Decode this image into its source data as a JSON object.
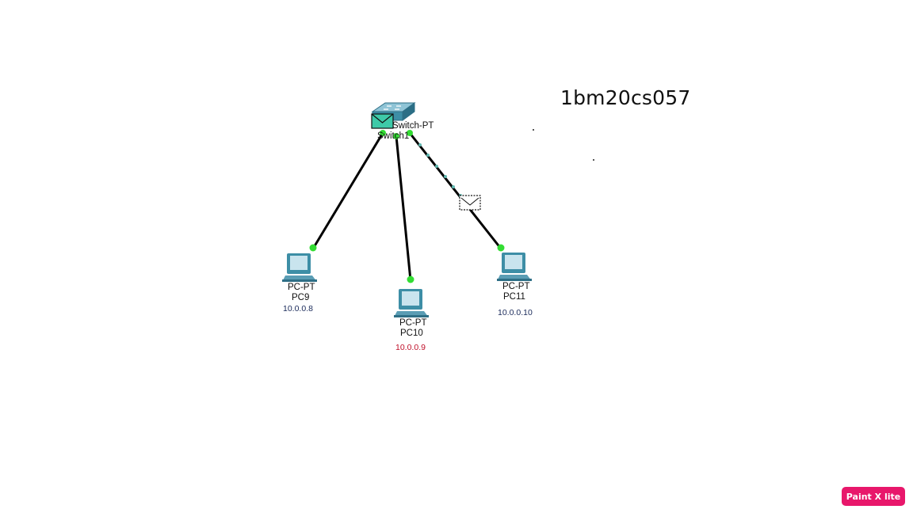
{
  "title": "1bm20cs057",
  "switch": {
    "type": "Switch-PT",
    "name": "Switch1"
  },
  "pcs": [
    {
      "type": "PC-PT",
      "name": "PC9",
      "ip": "10.0.0.8",
      "ip_color": "#1a2a5a"
    },
    {
      "type": "PC-PT",
      "name": "PC10",
      "ip": "10.0.0.9",
      "ip_color": "#c0102a"
    },
    {
      "type": "PC-PT",
      "name": "PC11",
      "ip": "10.0.0.10",
      "ip_color": "#1a2a5a"
    }
  ],
  "colors": {
    "link": "#000000",
    "link_up": "#33dd33",
    "packet_path": "#5fb8b0",
    "device": "#3d8ea6"
  },
  "watermark": "Paint X lite"
}
